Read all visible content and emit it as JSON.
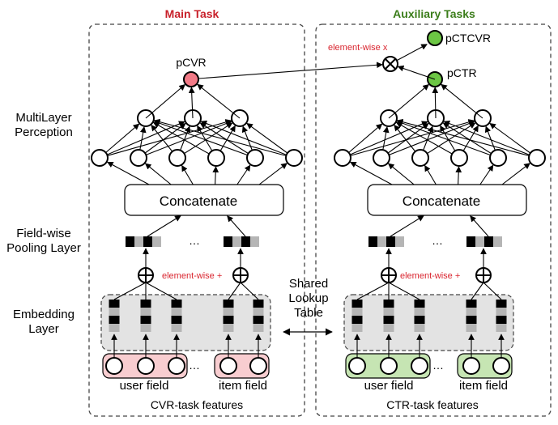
{
  "titles": {
    "main_task": "Main Task",
    "auxiliary_tasks": "Auxiliary Tasks"
  },
  "colors": {
    "main_title": "#c8202a",
    "aux_title": "#3b7d1a",
    "pcvr_node": "#f27a87",
    "aux_node": "#6cc644",
    "user_field_fill_cvr": "#f8cdd0",
    "user_field_fill_ctr": "#c6e5b3",
    "note_red": "#d9252f",
    "embed_bg": "#e3e3e3",
    "embed_dark": "#000000",
    "embed_light": "#b5b5b5"
  },
  "side_labels": {
    "mlp_line1": "MultiLayer",
    "mlp_line2": "Perception",
    "pool_line1": "Field-wise",
    "pool_line2": "Pooling Layer",
    "embed_line1": "Embedding",
    "embed_line2": "Layer"
  },
  "outputs": {
    "pcvr": "pCVR",
    "pctr": "pCTR",
    "pctcvr": "pCTCVR",
    "elementwise_mult": "element-wise x",
    "elementwise_add": "element-wise +"
  },
  "blocks": {
    "concatenate": "Concatenate",
    "ellipsis": "…"
  },
  "shared": {
    "line1": "Shared",
    "line2": "Lookup",
    "line3": "Table"
  },
  "fields": {
    "user": "user field",
    "item": "item field"
  },
  "features": {
    "cvr": "CVR-task features",
    "ctr": "CTR-task features"
  },
  "icons": {
    "multiply": "circled-times-icon",
    "add": "circled-plus-icon"
  }
}
